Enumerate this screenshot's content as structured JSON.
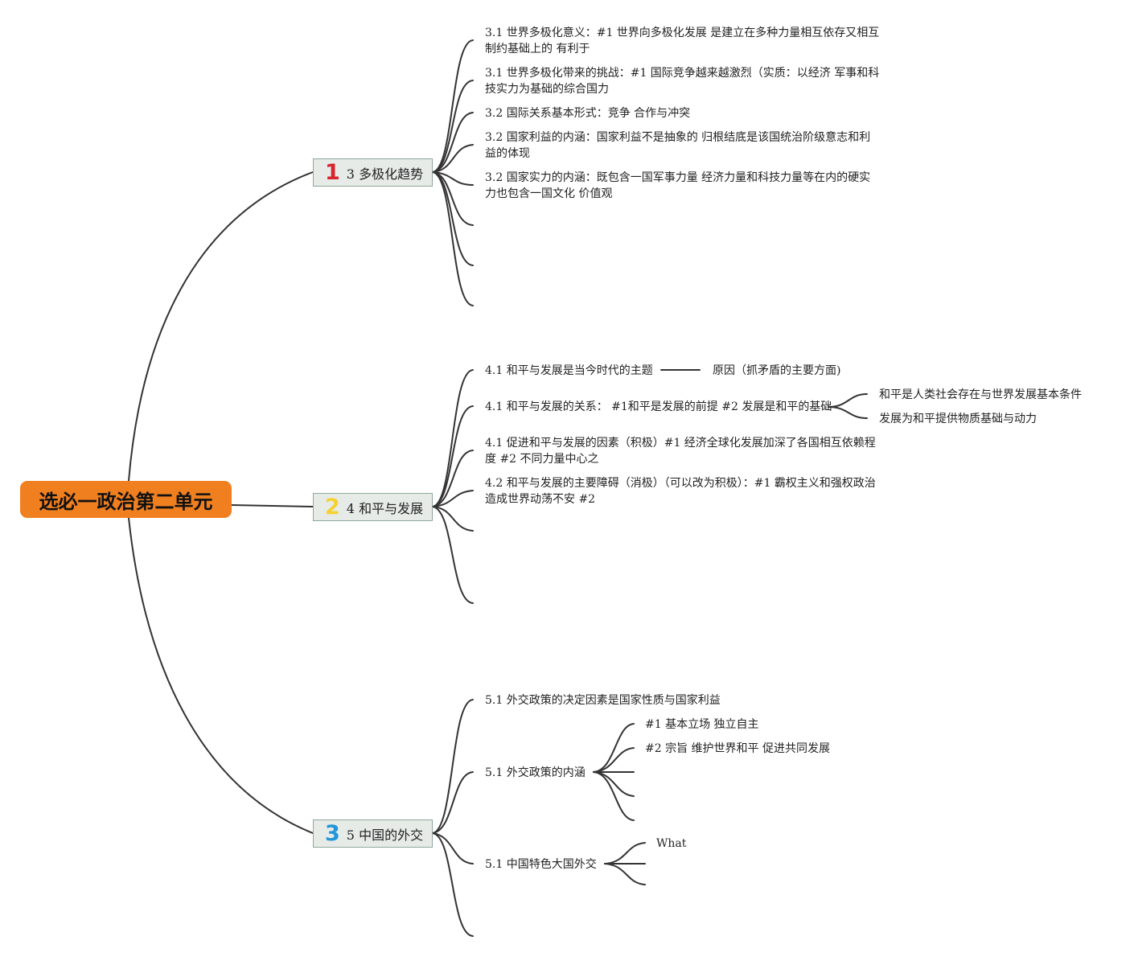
{
  "root": {
    "label": "选必一政治第二单元"
  },
  "branches": [
    {
      "number": "1",
      "number_color": "#d9232d",
      "label": "3 多极化趋势",
      "leaves": [
        "3.1 世界多极化意义：#1 世界向多极化发展 是建立在多种力量相互依存又相互制约基础上的 有利于",
        "3.1 世界多极化带来的挑战：#1 国际竞争越来越激烈（实质：以经济 军事和科技实力为基础的综合国力",
        "3.2 国际关系基本形式：竞争 合作与冲突",
        "3.2 国家利益的内涵：国家利益不是抽象的 归根结底是该国统治阶级意志和利益的体现",
        "3.2 国家实力的内涵：既包含一国军事力量 经济力量和科技力量等在内的硬实力也包含一国文化 价值观"
      ]
    },
    {
      "number": "2",
      "number_color": "#f5d231",
      "label": "4 和平与发展",
      "leaves": [
        "4.1 和平与发展是当今时代的主题",
        "原因（抓矛盾的主要方面)",
        "4.1 和平与发展的关系： #1和平是发展的前提 #2 发展是和平的基础",
        "和平是人类社会存在与世界发展基本条件",
        "发展为和平提供物质基础与动力",
        "4.1 促进和平与发展的因素（积极）#1 经济全球化发展加深了各国相互依赖程度 #2 不同力量中心之",
        "4.2 和平与发展的主要障碍（消极）（可以改为积极）：#1 霸权主义和强权政治造成世界动荡不安 #2"
      ]
    },
    {
      "number": "3",
      "number_color": "#2196d8",
      "label": "5 中国的外交",
      "leaves": [
        "5.1 外交政策的决定因素是国家性质与国家利益",
        "5.1 外交政策的内涵",
        "#1 基本立场 独立自主",
        "#2 宗旨 维护世界和平 促进共同发展",
        "5.1 中国特色大国外交",
        "What"
      ]
    }
  ]
}
